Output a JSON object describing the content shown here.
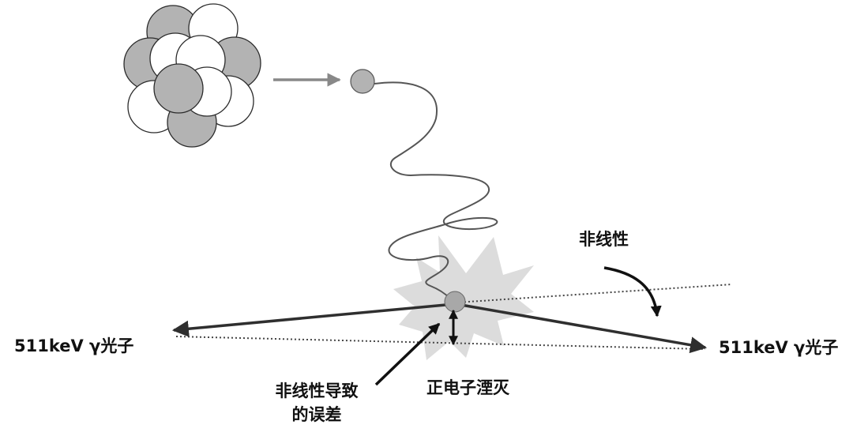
{
  "labels": {
    "photon_left": "511keV γ光子",
    "photon_right": "511keV γ光子",
    "non_linearity": "非线性",
    "annihilation": "正电子湮灭",
    "error_line1": "非线性导致",
    "error_line2": "的误差"
  },
  "colors": {
    "nucleon_gray": "#b3b3b3",
    "nucleon_white": "#ffffff",
    "outline": "#2b2b2b",
    "burst_fill": "#dcdcdc",
    "arrow": "#2f2f2f",
    "positron": "#a8a8a8"
  }
}
